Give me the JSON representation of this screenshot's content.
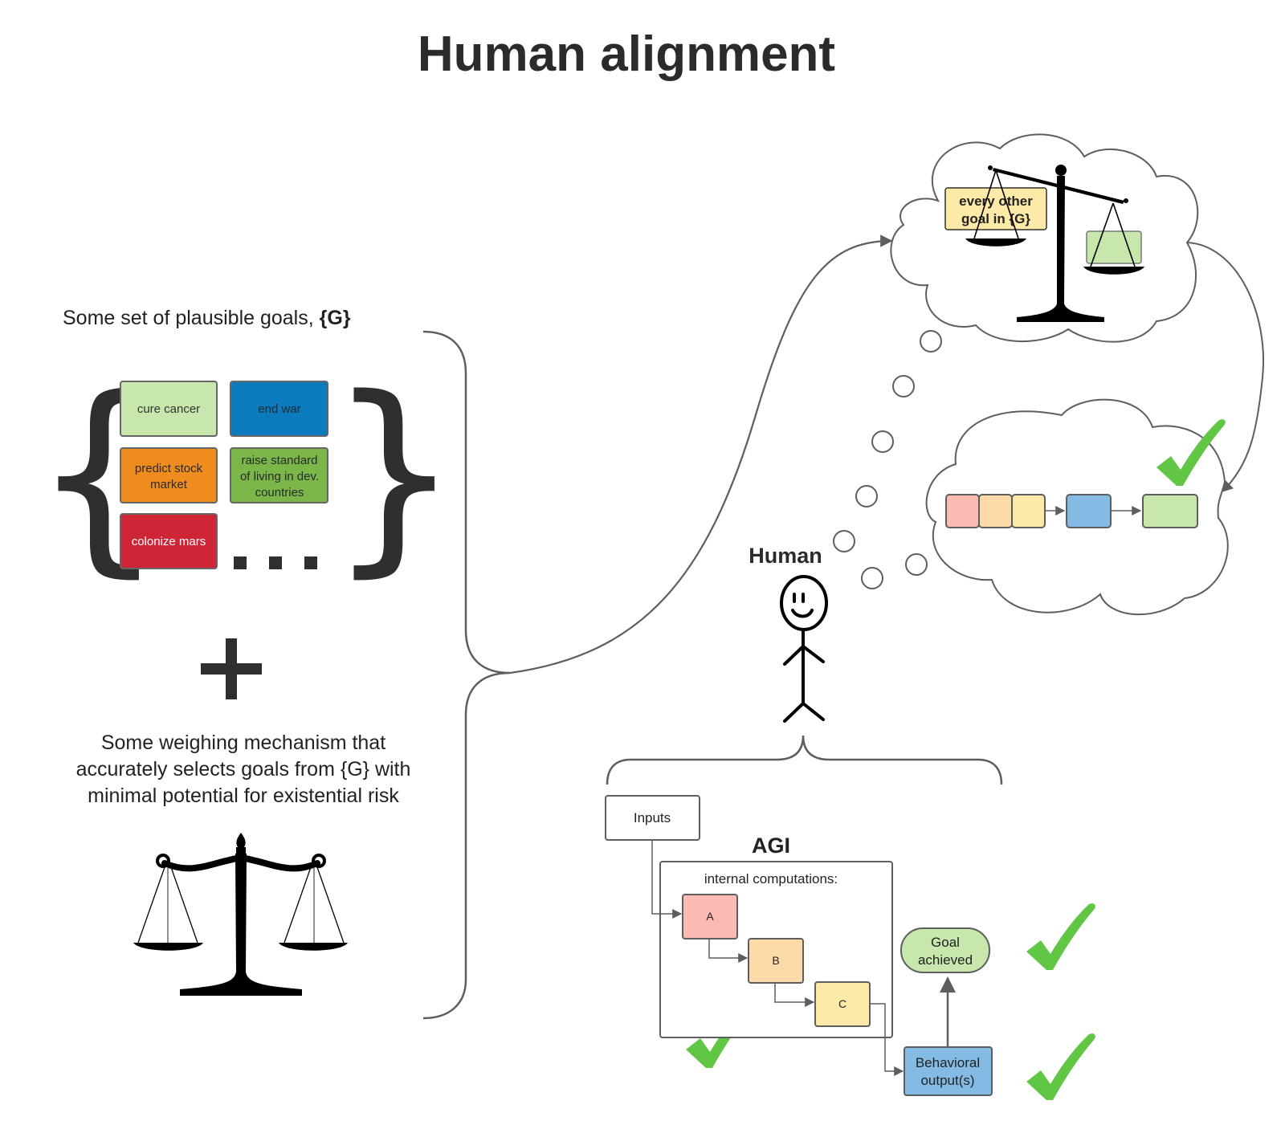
{
  "title": "Human alignment",
  "left_panel": {
    "goals_caption_prefix": "Some set of plausible goals, ",
    "goals_caption_bold": "{G}",
    "goal_boxes": [
      {
        "label": "cure cancer",
        "fill": "#c7e7ad",
        "text_color": "#333333"
      },
      {
        "label": "end war",
        "fill": "#0b7bbd",
        "text_color": "#1f2a33"
      },
      {
        "label": "predict stock market",
        "lines": [
          "predict stock",
          "market"
        ],
        "fill": "#ef8c1e",
        "text_color": "#2a2a2a"
      },
      {
        "label": "raise standard of living in dev. countries",
        "lines": [
          "raise standard",
          "of living in dev.",
          "countries"
        ],
        "fill": "#7ab648",
        "text_color": "#2a2a2a"
      },
      {
        "label": "colonize mars",
        "fill": "#ce2636",
        "text_color": "#ffffff"
      }
    ],
    "ellipsis": "...",
    "plus_symbol": "+",
    "mechanism_caption_lines": [
      "Some weighing mechanism that",
      "accurately selects goals from {G} with",
      "minimal potential for existential risk"
    ],
    "scale_icon": "balance-scale-icon"
  },
  "thought_cloud_top": {
    "other_goals_label_lines": [
      "every other",
      "goal in {G}"
    ],
    "other_goals_fill": "#fdeaa8",
    "selected_goal_fill": "#c7e7ad",
    "scale_icon": "tilted-scale-icon"
  },
  "thought_cloud_bottom": {
    "chain_colors": [
      "#fdbab3",
      "#fddba8",
      "#fdeaa8",
      "#83bbe5",
      "#c7e7ad"
    ],
    "check_icon": "checkmark-icon"
  },
  "human": {
    "label": "Human",
    "icon": "stick-figure-icon"
  },
  "agi": {
    "title": "AGI",
    "inputs_label": "Inputs",
    "internal_label": "internal computations:",
    "nodes": [
      {
        "label": "A",
        "fill": "#fdbab3"
      },
      {
        "label": "B",
        "fill": "#fddba8"
      },
      {
        "label": "C",
        "fill": "#fdeaa8"
      }
    ],
    "behavioral_output_lines": [
      "Behavioral",
      "output(s)"
    ],
    "behavioral_output_fill": "#83bbe5",
    "goal_achieved_lines": [
      "Goal",
      "achieved"
    ],
    "goal_achieved_fill": "#c7e7ad"
  },
  "colors": {
    "check_green": "#61c643",
    "line_gray": "#5e5e5e",
    "text_dark": "#2b2b2b"
  }
}
